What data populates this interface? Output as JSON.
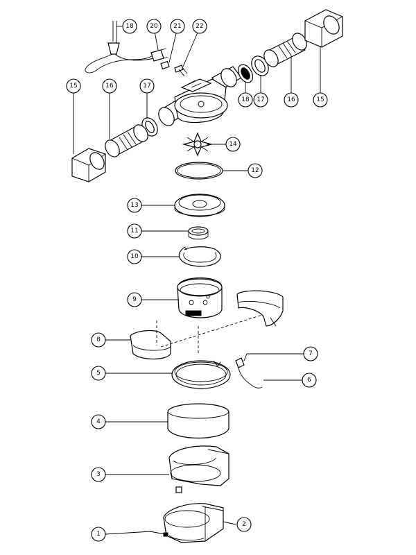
{
  "diagram": {
    "callouts": [
      {
        "id": "c-18-top",
        "label": "18"
      },
      {
        "id": "c-20",
        "label": "20"
      },
      {
        "id": "c-21",
        "label": "21"
      },
      {
        "id": "c-22",
        "label": "22"
      },
      {
        "id": "c-15-left",
        "label": "15"
      },
      {
        "id": "c-16-left",
        "label": "16"
      },
      {
        "id": "c-17-left",
        "label": "17"
      },
      {
        "id": "c-18-right",
        "label": "18"
      },
      {
        "id": "c-17-right",
        "label": "17"
      },
      {
        "id": "c-16-right",
        "label": "16"
      },
      {
        "id": "c-15-right",
        "label": "15"
      },
      {
        "id": "c-14",
        "label": "14"
      },
      {
        "id": "c-12",
        "label": "12"
      },
      {
        "id": "c-13",
        "label": "13"
      },
      {
        "id": "c-11",
        "label": "11"
      },
      {
        "id": "c-10",
        "label": "10"
      },
      {
        "id": "c-9",
        "label": "9"
      },
      {
        "id": "c-8",
        "label": "8"
      },
      {
        "id": "c-7",
        "label": "7"
      },
      {
        "id": "c-5",
        "label": "5"
      },
      {
        "id": "c-6",
        "label": "6"
      },
      {
        "id": "c-4",
        "label": "4"
      },
      {
        "id": "c-3",
        "label": "3"
      },
      {
        "id": "c-1",
        "label": "1"
      },
      {
        "id": "c-2",
        "label": "2"
      }
    ]
  }
}
